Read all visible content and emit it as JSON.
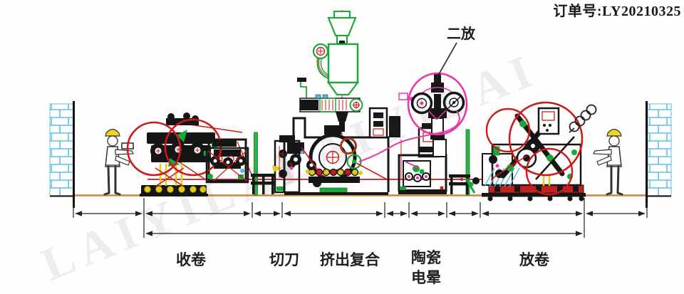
{
  "header": {
    "order_number": "订单号:LY20210325"
  },
  "callout": {
    "second_unwind": "二放"
  },
  "stations": {
    "rewind": "收卷",
    "cutter": "切刀",
    "extrusion_lamination": "挤出复合",
    "ceramic_corona_line1": "陶瓷",
    "ceramic_corona_line2": "电晕",
    "unwind": "放卷"
  },
  "watermark": {
    "text": "LAIYILAI"
  },
  "colors": {
    "highlight_red": "#cc1a1a",
    "magenta": "#e838a8",
    "machine_green": "#18a83c",
    "post_green": "#2db34a",
    "caution_yellow": "#e3ca16",
    "brick_blue": "#5bc0e8",
    "floor_tan": "#c8883a",
    "ink_black": "#161616"
  }
}
